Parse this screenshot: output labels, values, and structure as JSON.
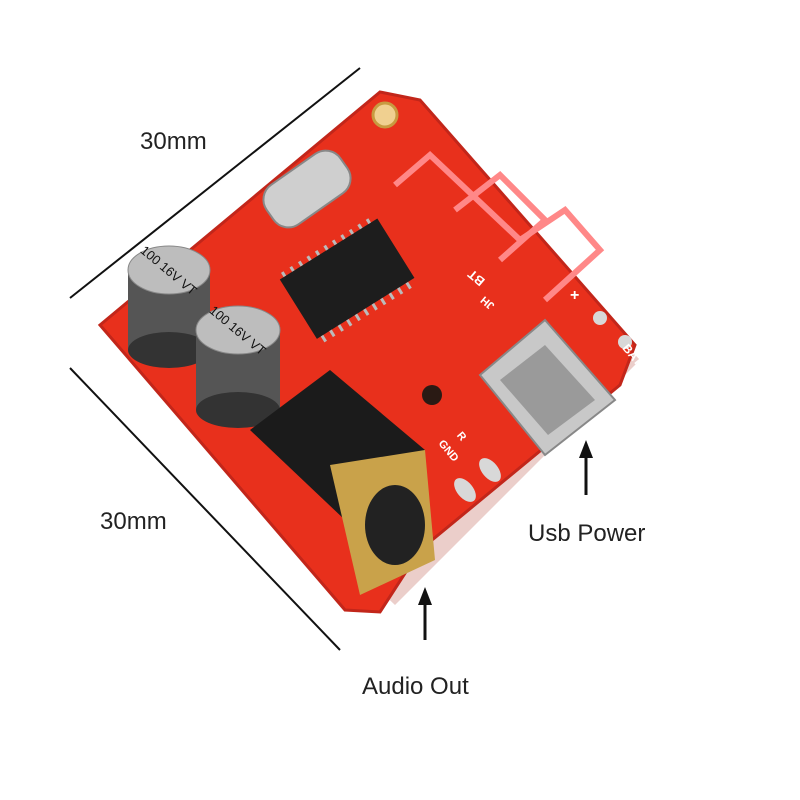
{
  "annotations": {
    "width_label": "30mm",
    "height_label": "30mm",
    "usb_power_label": "Usb Power",
    "audio_out_label": "Audio Out"
  },
  "board": {
    "color": "#e8301c",
    "capacitor_marking": "100 16V VT",
    "silkscreen": [
      "BT",
      "BAT",
      "+",
      "R",
      "GND",
      "JH"
    ]
  }
}
